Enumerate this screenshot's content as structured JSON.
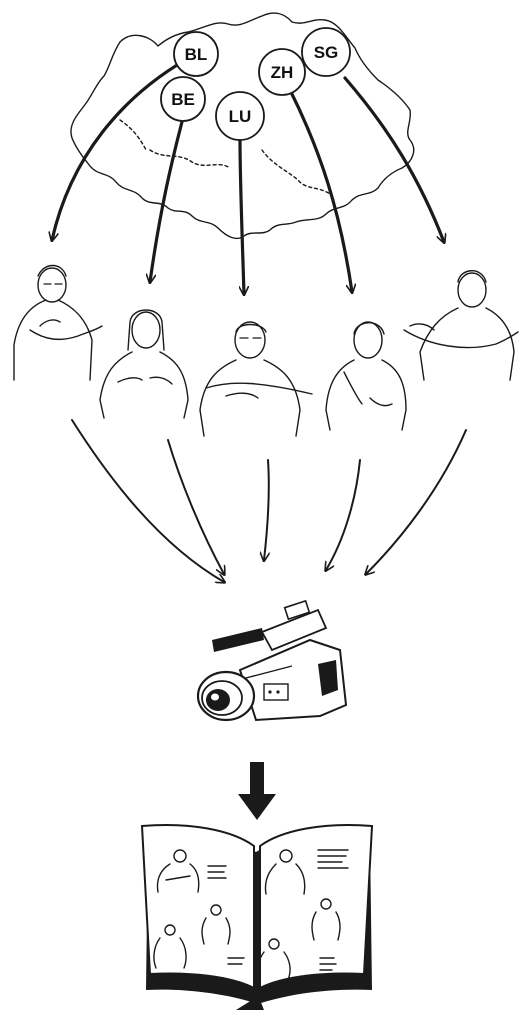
{
  "regions": [
    {
      "code": "BL"
    },
    {
      "code": "BE"
    },
    {
      "code": "LU"
    },
    {
      "code": "ZH"
    },
    {
      "code": "SG"
    }
  ],
  "signers": [
    "signer-1",
    "signer-2",
    "signer-3",
    "signer-4",
    "signer-5"
  ],
  "icons": {
    "map": "switzerland-map-icon",
    "camera": "video-camera-icon",
    "book": "open-book-icon",
    "output_arrow": "down-arrow-icon"
  }
}
